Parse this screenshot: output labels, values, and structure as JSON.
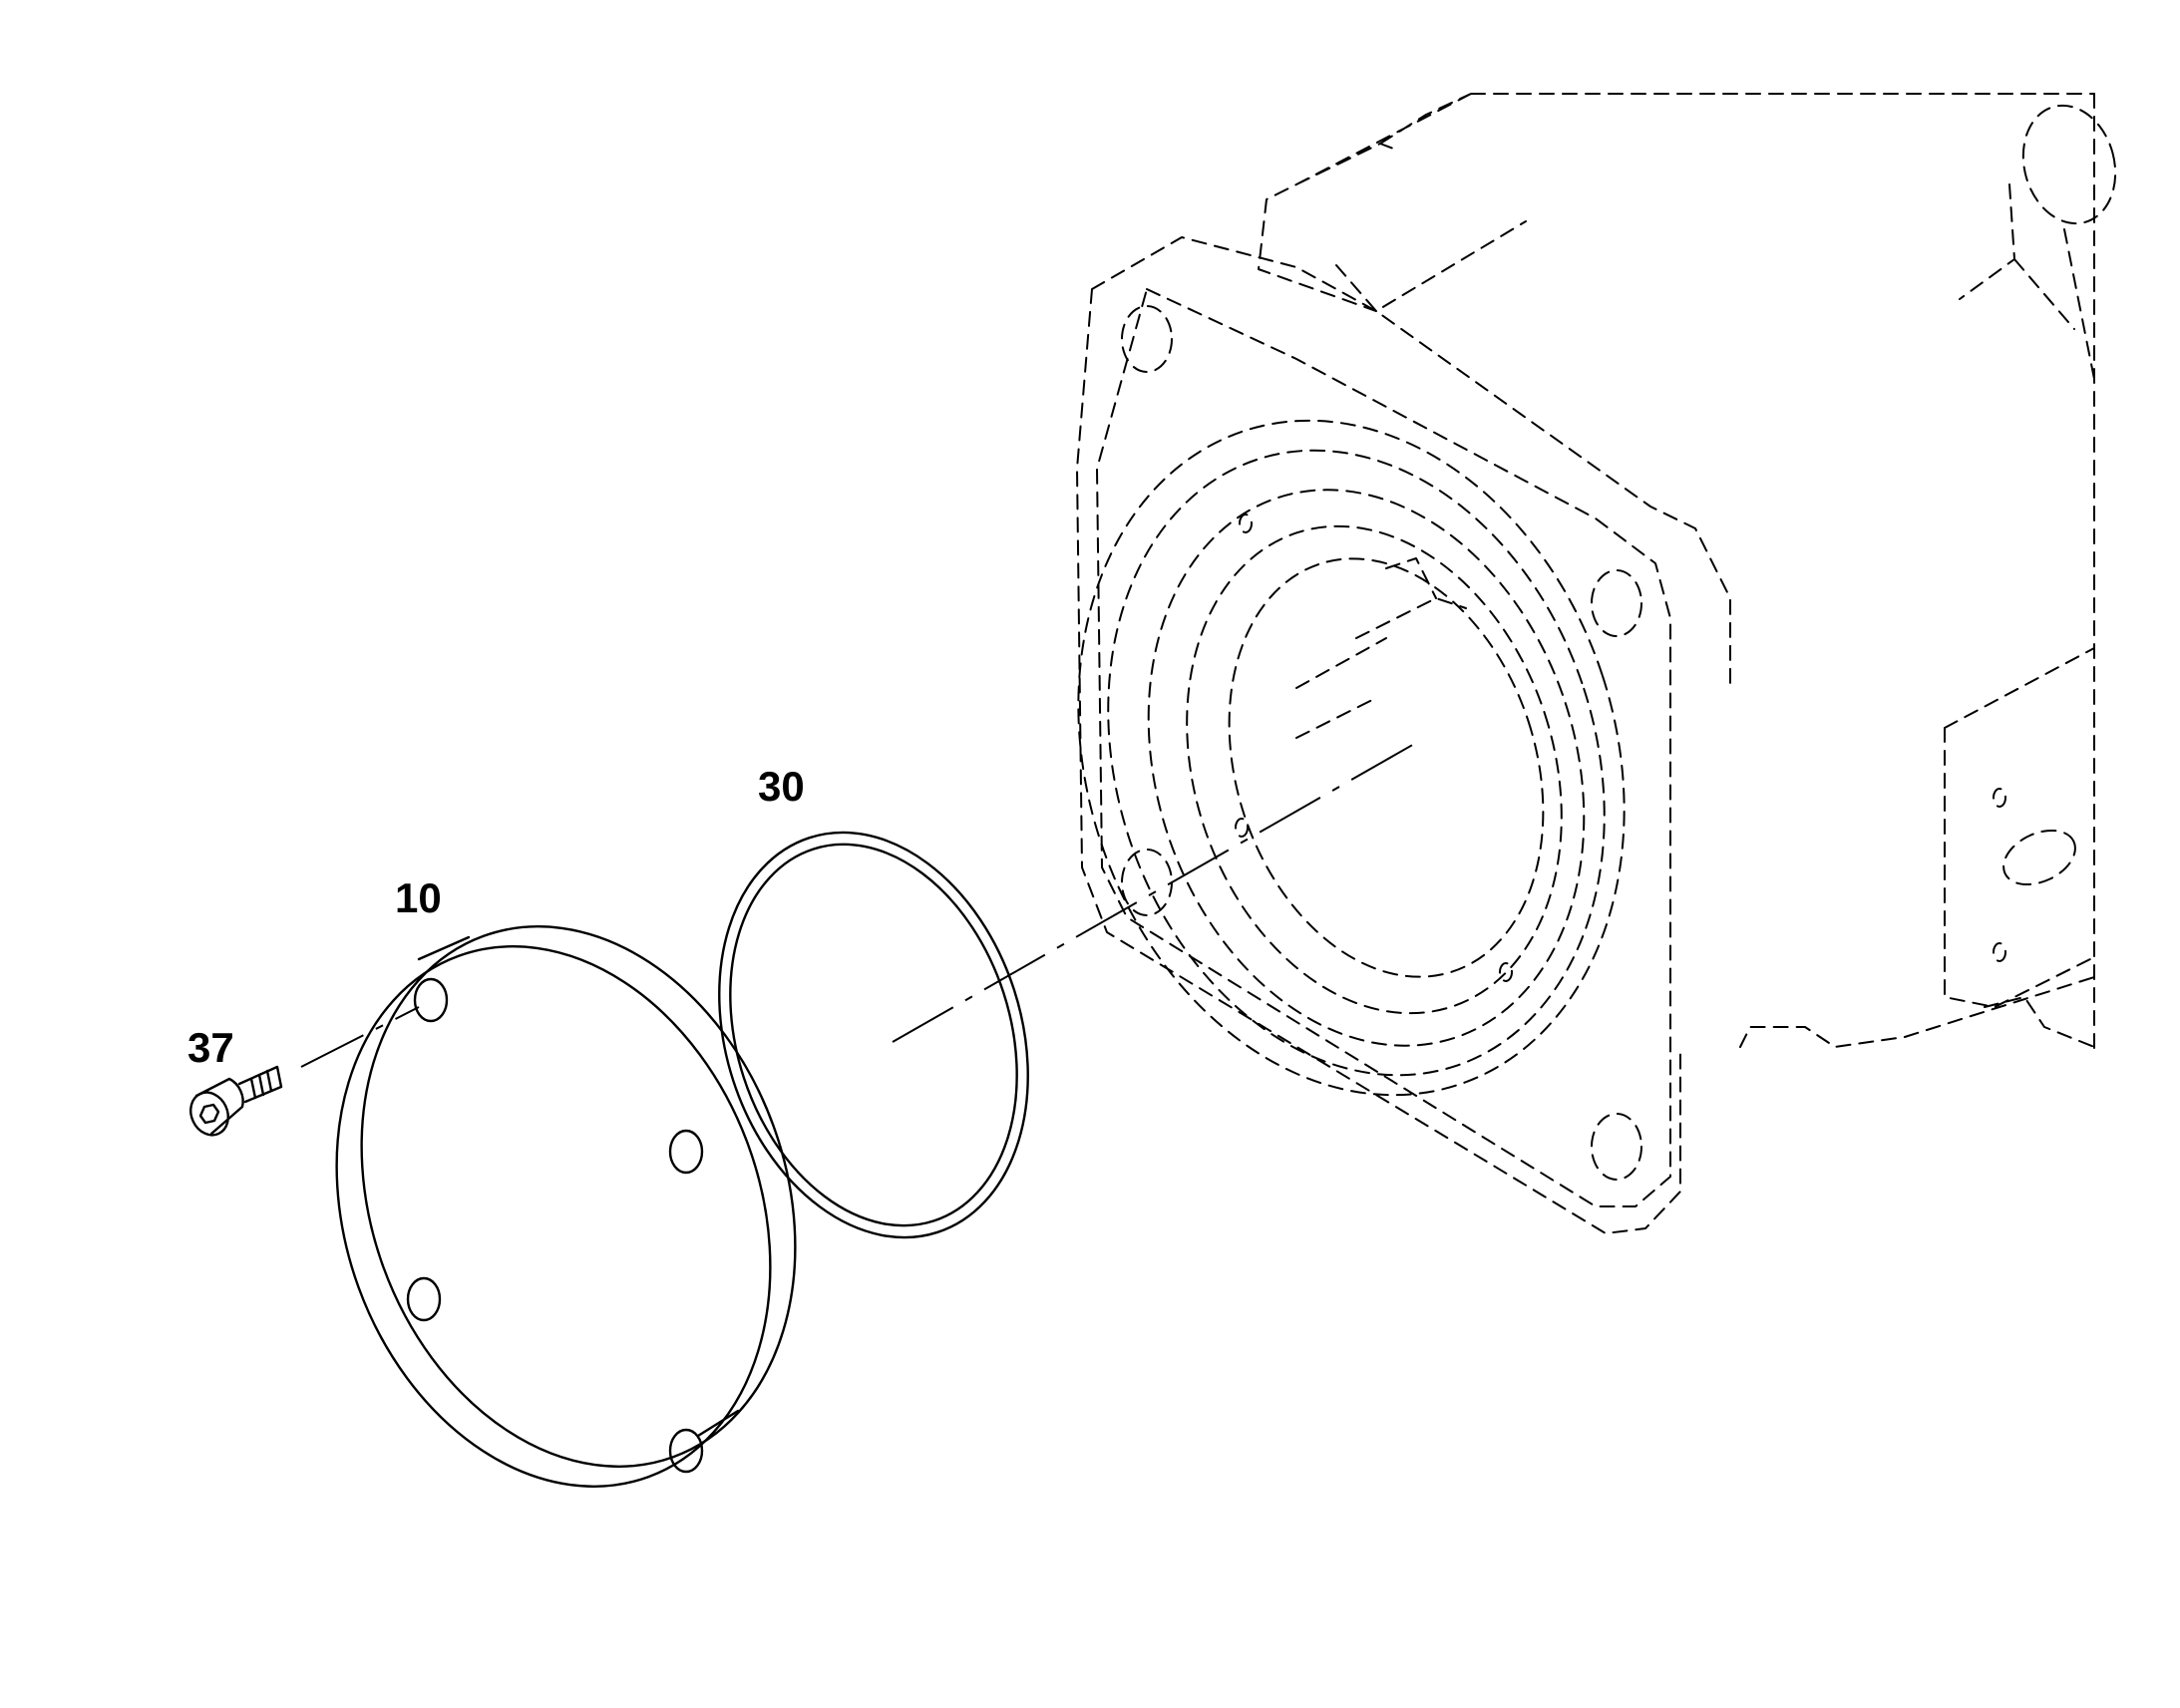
{
  "diagram": {
    "callouts": [
      {
        "id": "37",
        "label": "37"
      },
      {
        "id": "10",
        "label": "10"
      },
      {
        "id": "30",
        "label": "30"
      }
    ],
    "colors": {
      "line": "#000000",
      "background": "#ffffff"
    }
  }
}
